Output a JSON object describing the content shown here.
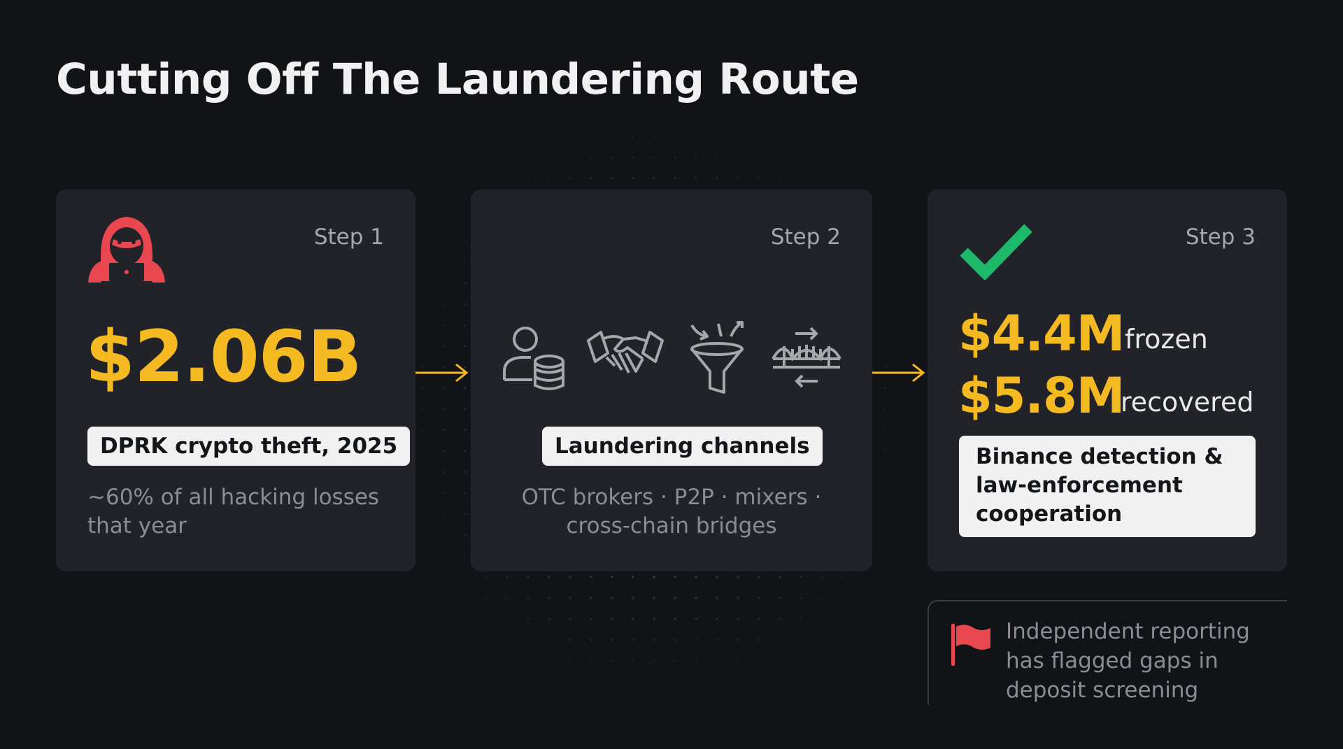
{
  "title": "Cutting Off The Laundering Route",
  "colors": {
    "accent": "#F5B921",
    "danger": "#E8474F",
    "success": "#1DB96A",
    "background": "#121317",
    "card": "#222328"
  },
  "steps": [
    {
      "label": "Step 1",
      "icon": "hacker-icon",
      "amount": "$2.06B",
      "pill": "DPRK crypto theft, 2025",
      "description": "~60% of all hacking losses that year"
    },
    {
      "label": "Step 2",
      "icons": [
        "user-database-icon",
        "handshake-icon",
        "funnel-mixer-icon",
        "bridge-exchange-icon"
      ],
      "pill": "Laundering channels",
      "description_line1": "OTC brokers · P2P · mixers ·",
      "description_line2": "cross-chain bridges"
    },
    {
      "label": "Step 3",
      "icon": "checkmark-icon",
      "frozen_amount": "$4.4M",
      "frozen_label": "frozen",
      "recovered_amount": "$5.8M",
      "recovered_label": "recovered",
      "pill": "Binance detection & law-enforcement cooperation"
    }
  ],
  "note": {
    "icon": "flag-icon",
    "text": "Independent reporting has flagged gaps in deposit screening"
  }
}
